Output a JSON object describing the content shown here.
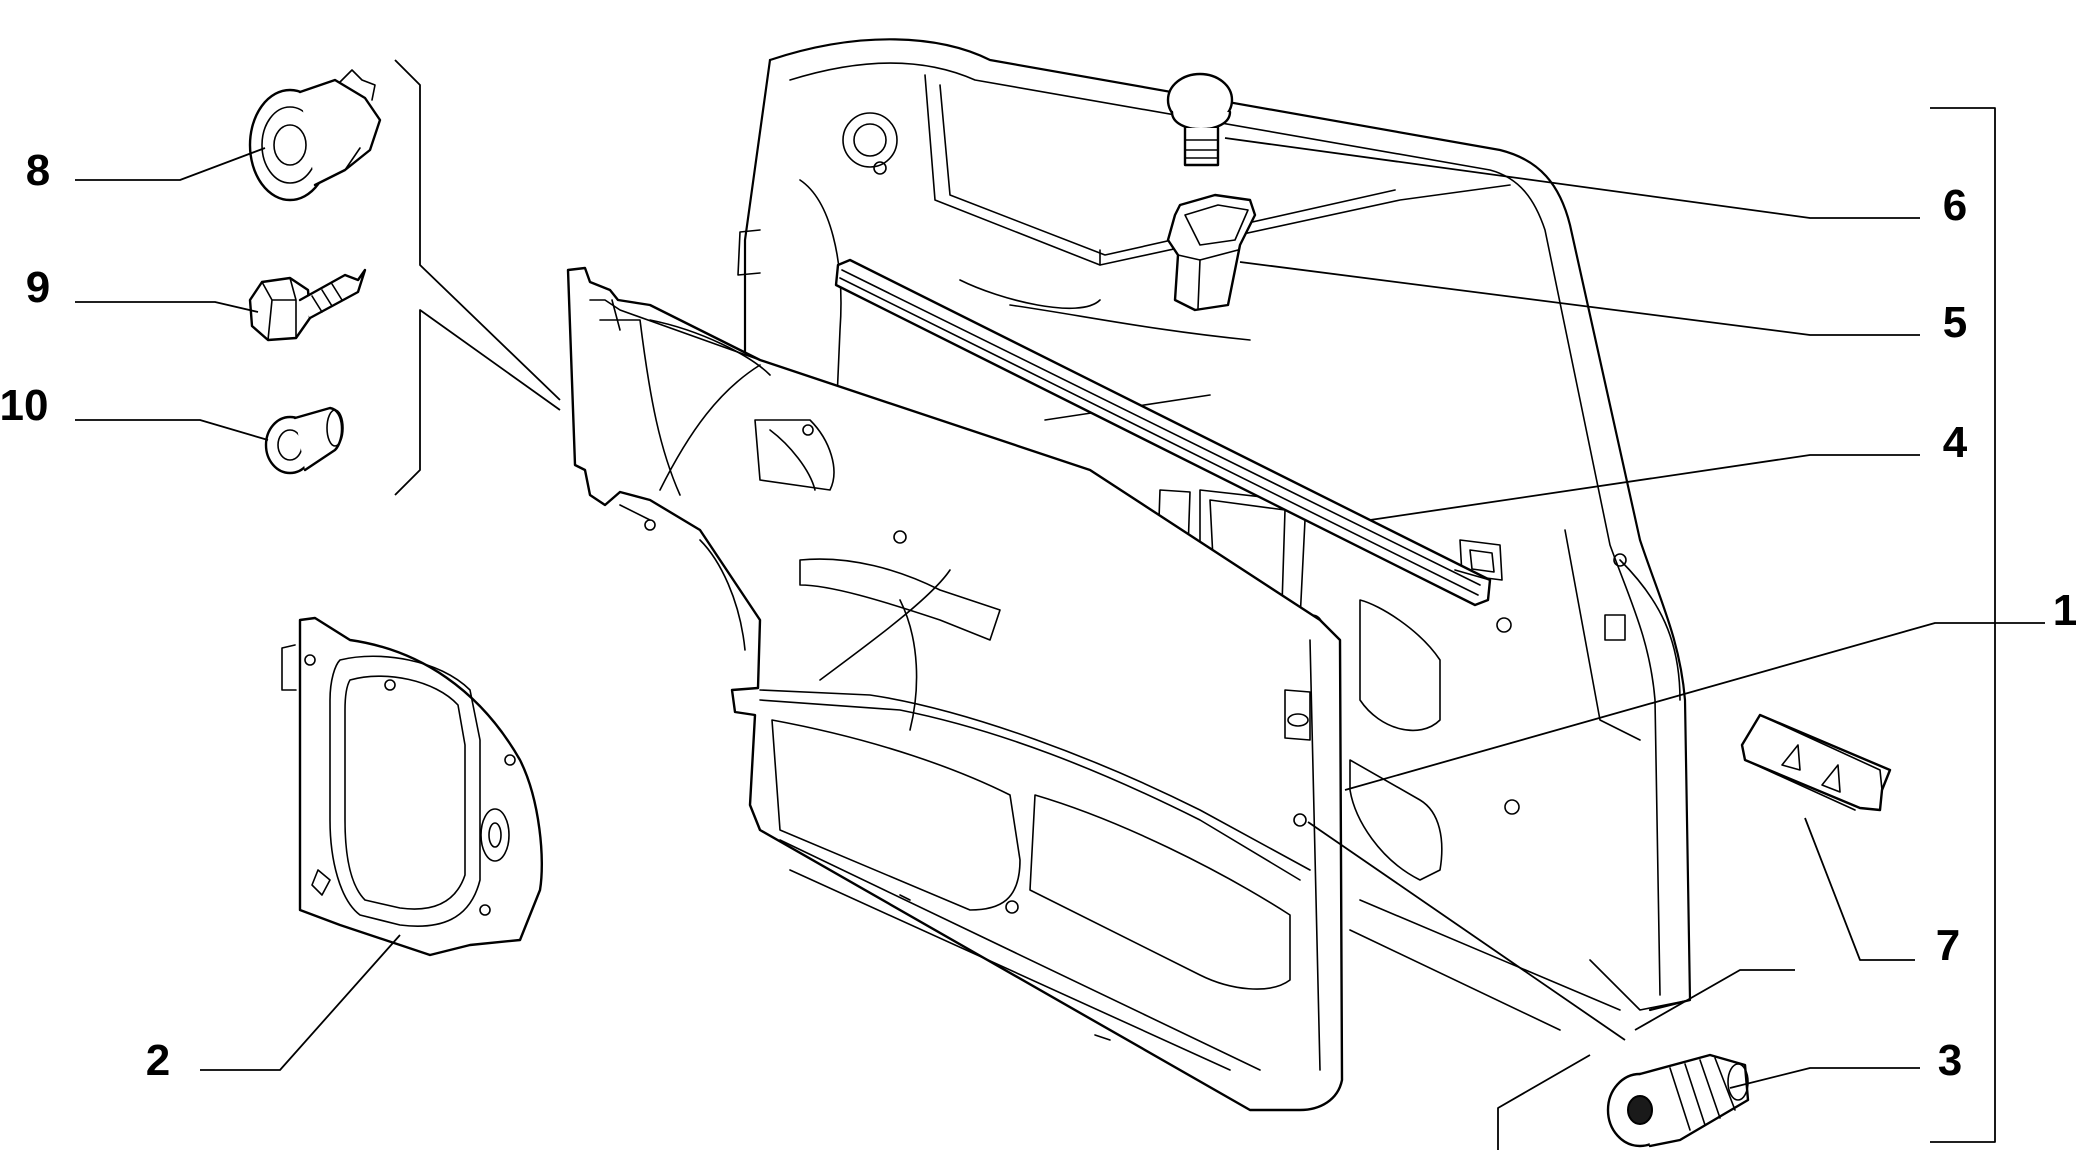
{
  "diagram": {
    "colors": {
      "line": "#000000",
      "background": "#ffffff"
    },
    "callouts": [
      {
        "id": "c1",
        "label": "1"
      },
      {
        "id": "c2",
        "label": "2"
      },
      {
        "id": "c3",
        "label": "3"
      },
      {
        "id": "c4",
        "label": "4"
      },
      {
        "id": "c5",
        "label": "5"
      },
      {
        "id": "c6",
        "label": "6"
      },
      {
        "id": "c7",
        "label": "7"
      },
      {
        "id": "c8",
        "label": "8"
      },
      {
        "id": "c9",
        "label": "9"
      },
      {
        "id": "c10",
        "label": "10"
      }
    ]
  }
}
